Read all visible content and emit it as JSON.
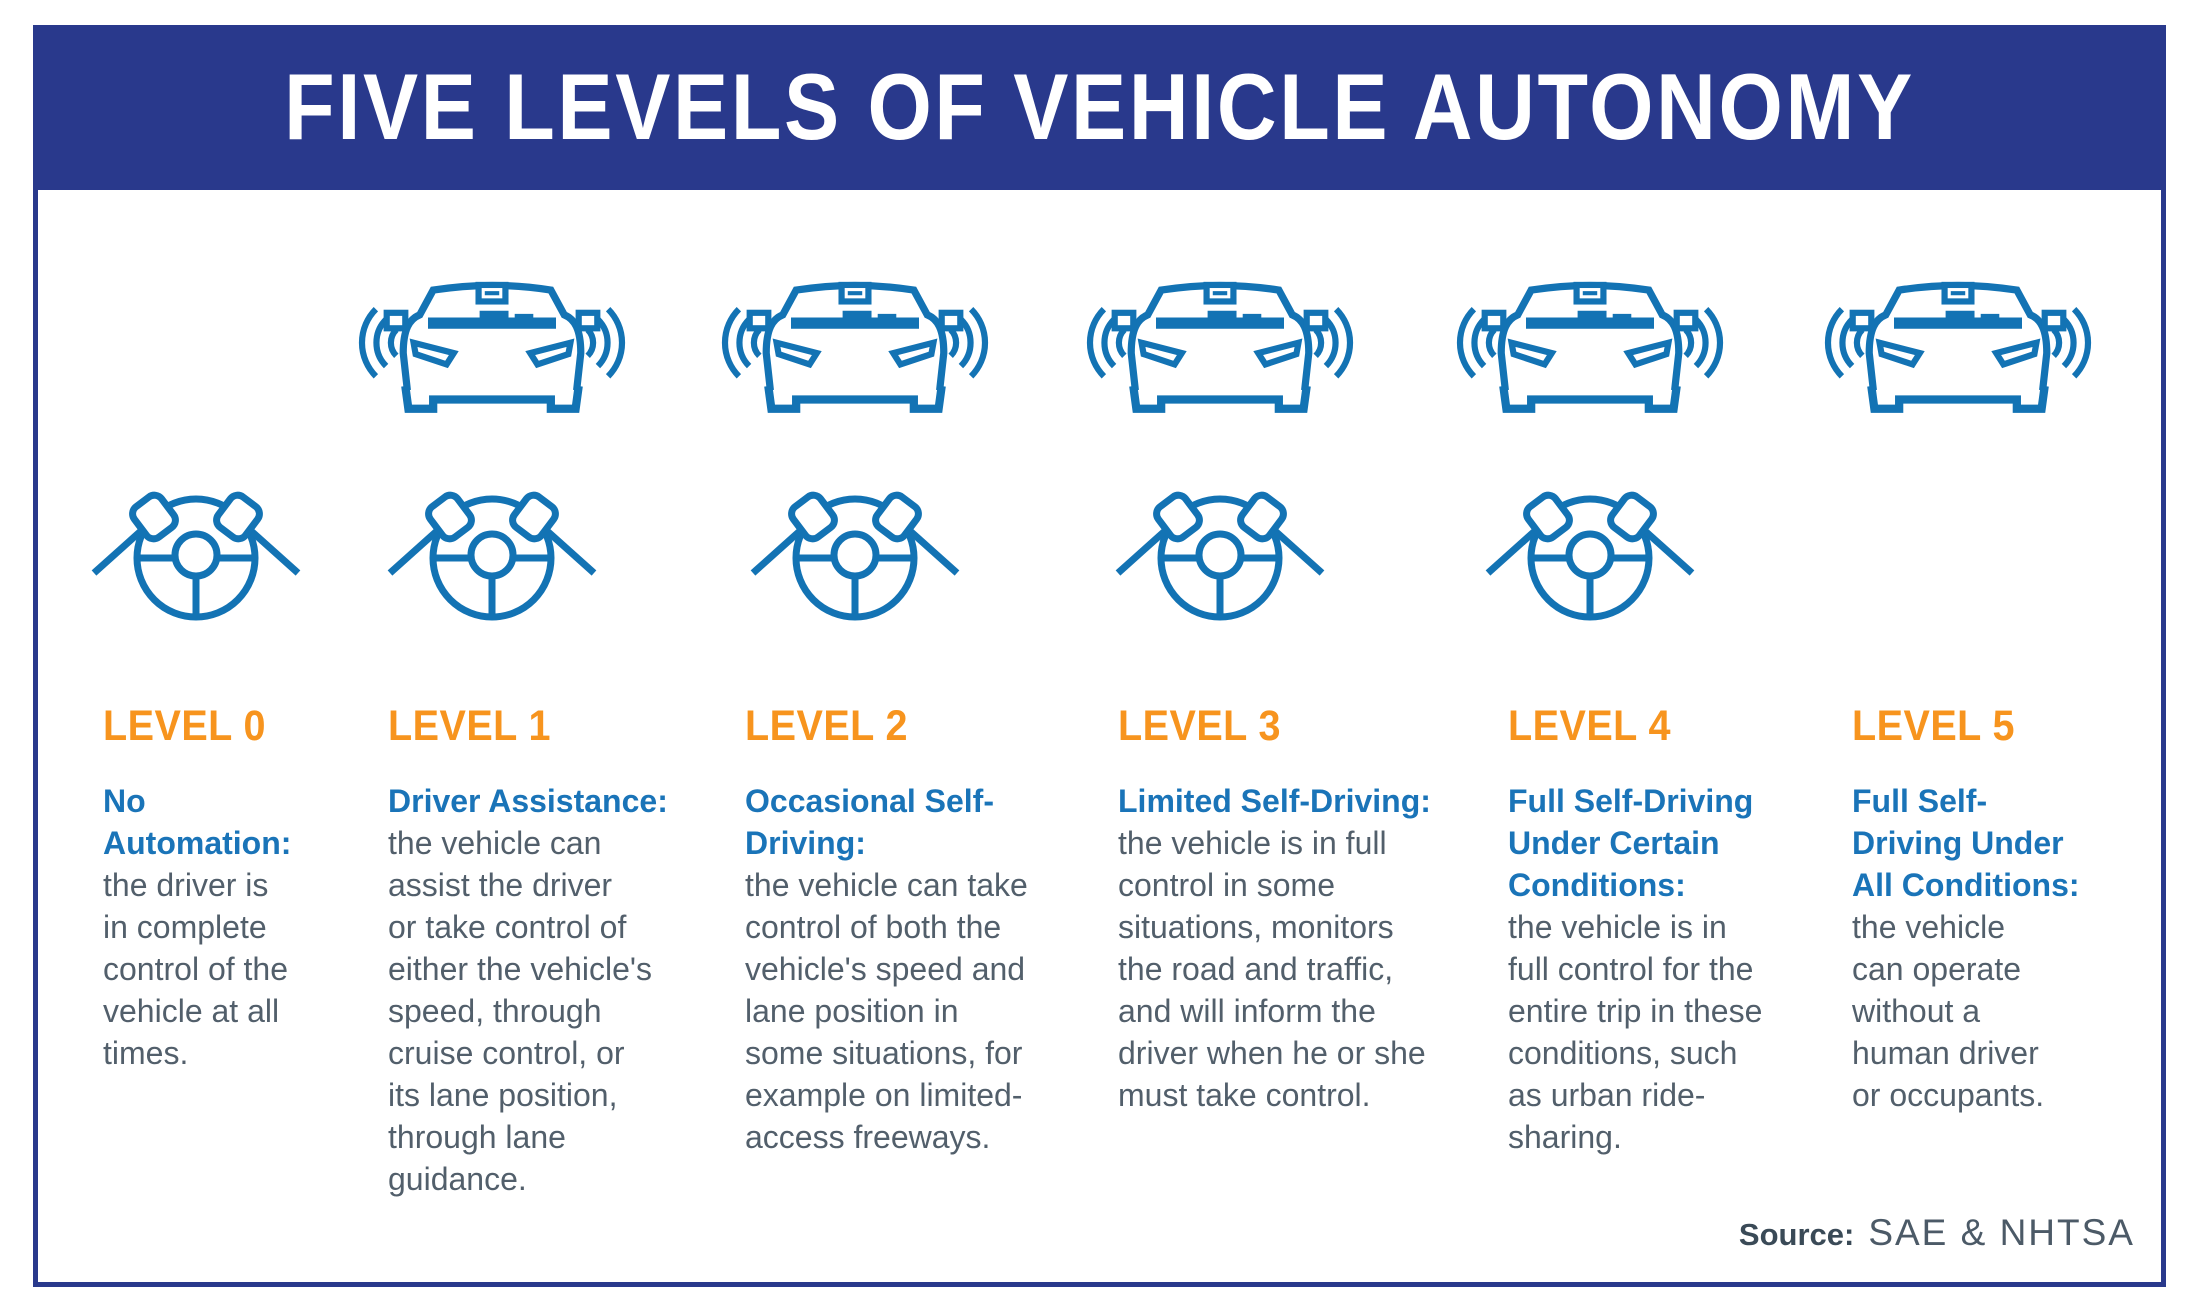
{
  "header": {
    "title": "FIVE LEVELS OF VEHICLE AUTONOMY"
  },
  "levels": [
    {
      "level_label": "LEVEL 0",
      "title": "No\nAutomation:",
      "description": "the driver is\nin complete\ncontrol of the\nvehicle at all\ntimes.",
      "icons": {
        "car_with_sensors": false,
        "steering_wheel_with_hands": true
      }
    },
    {
      "level_label": "LEVEL 1",
      "title": "Driver Assistance:",
      "description": "the vehicle can\nassist the driver\nor take control of\neither the vehicle's\nspeed, through\ncruise control, or\nits lane position,\nthrough lane\nguidance.",
      "icons": {
        "car_with_sensors": true,
        "steering_wheel_with_hands": true
      }
    },
    {
      "level_label": "LEVEL 2",
      "title": "Occasional Self-\nDriving:",
      "description": "the vehicle can take\ncontrol of both the\nvehicle's speed and\nlane position in\nsome situations, for\nexample on limited-\naccess freeways.",
      "icons": {
        "car_with_sensors": true,
        "steering_wheel_with_hands": true
      }
    },
    {
      "level_label": "LEVEL 3",
      "title": "Limited Self-Driving:",
      "description": "the vehicle is in full\ncontrol in some\nsituations, monitors\nthe road and traffic,\nand will inform the\ndriver when he or she\nmust take control.",
      "icons": {
        "car_with_sensors": true,
        "steering_wheel_with_hands": true
      }
    },
    {
      "level_label": "LEVEL 4",
      "title": "Full Self-Driving\nUnder Certain\nConditions:",
      "description": "the vehicle is in\nfull control for the\nentire trip in these\nconditions, such\nas urban ride-\nsharing.",
      "icons": {
        "car_with_sensors": true,
        "steering_wheel_with_hands": true
      }
    },
    {
      "level_label": "LEVEL 5",
      "title": "Full Self-\nDriving Under\nAll Conditions:",
      "description": "the vehicle\ncan operate\nwithout a\nhuman driver\nor occupants.",
      "icons": {
        "car_with_sensors": true,
        "steering_wheel_with_hands": false
      }
    }
  ],
  "source": {
    "label": "Source:",
    "value": "SAE & NHTSA"
  },
  "colors": {
    "navy_header_and_border": "#29398c",
    "orange_level_heading": "#f7941e",
    "icon_blue": "#1373b4",
    "title_blue": "#1a74b8",
    "body_gray": "#525f6b"
  }
}
